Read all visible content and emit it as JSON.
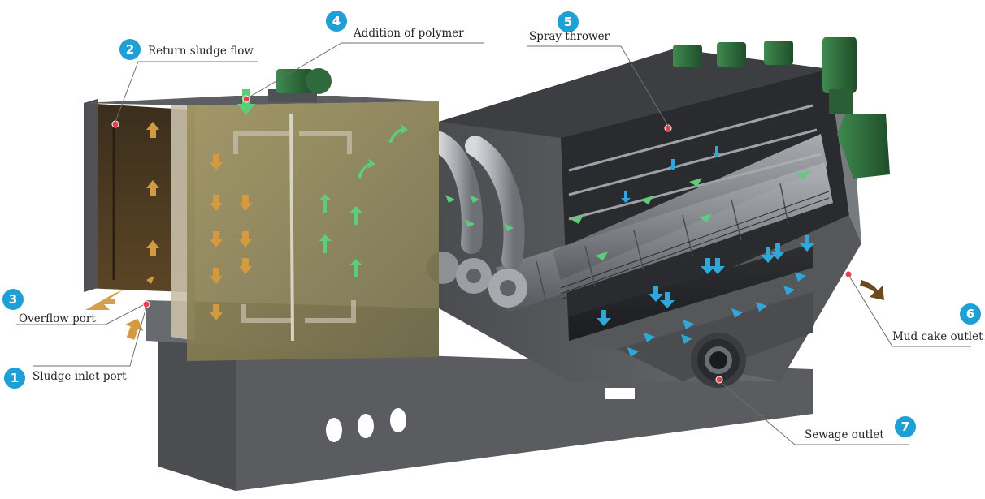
{
  "colors": {
    "badge": "#1e9fd6",
    "sludge_arrow": "#d39a42",
    "flow_arrow_green": "#5ecc7a",
    "water_arrow_blue": "#2ea8d8",
    "cake_arrow": "#6b4a1e",
    "marker_dot": "#e8404a",
    "machine_body": "#5b5d61",
    "tank_tint": "#8c8250",
    "motor_green": "#2f6a3c"
  },
  "callouts": [
    {
      "number": "1",
      "label": "Sludge inlet port"
    },
    {
      "number": "2",
      "label": "Return sludge flow"
    },
    {
      "number": "3",
      "label": "Overflow port"
    },
    {
      "number": "4",
      "label": "Addition of polymer"
    },
    {
      "number": "5",
      "label": "Spray thrower"
    },
    {
      "number": "6",
      "label": "Mud cake outlet"
    },
    {
      "number": "7",
      "label": "Sewage outlet"
    }
  ]
}
